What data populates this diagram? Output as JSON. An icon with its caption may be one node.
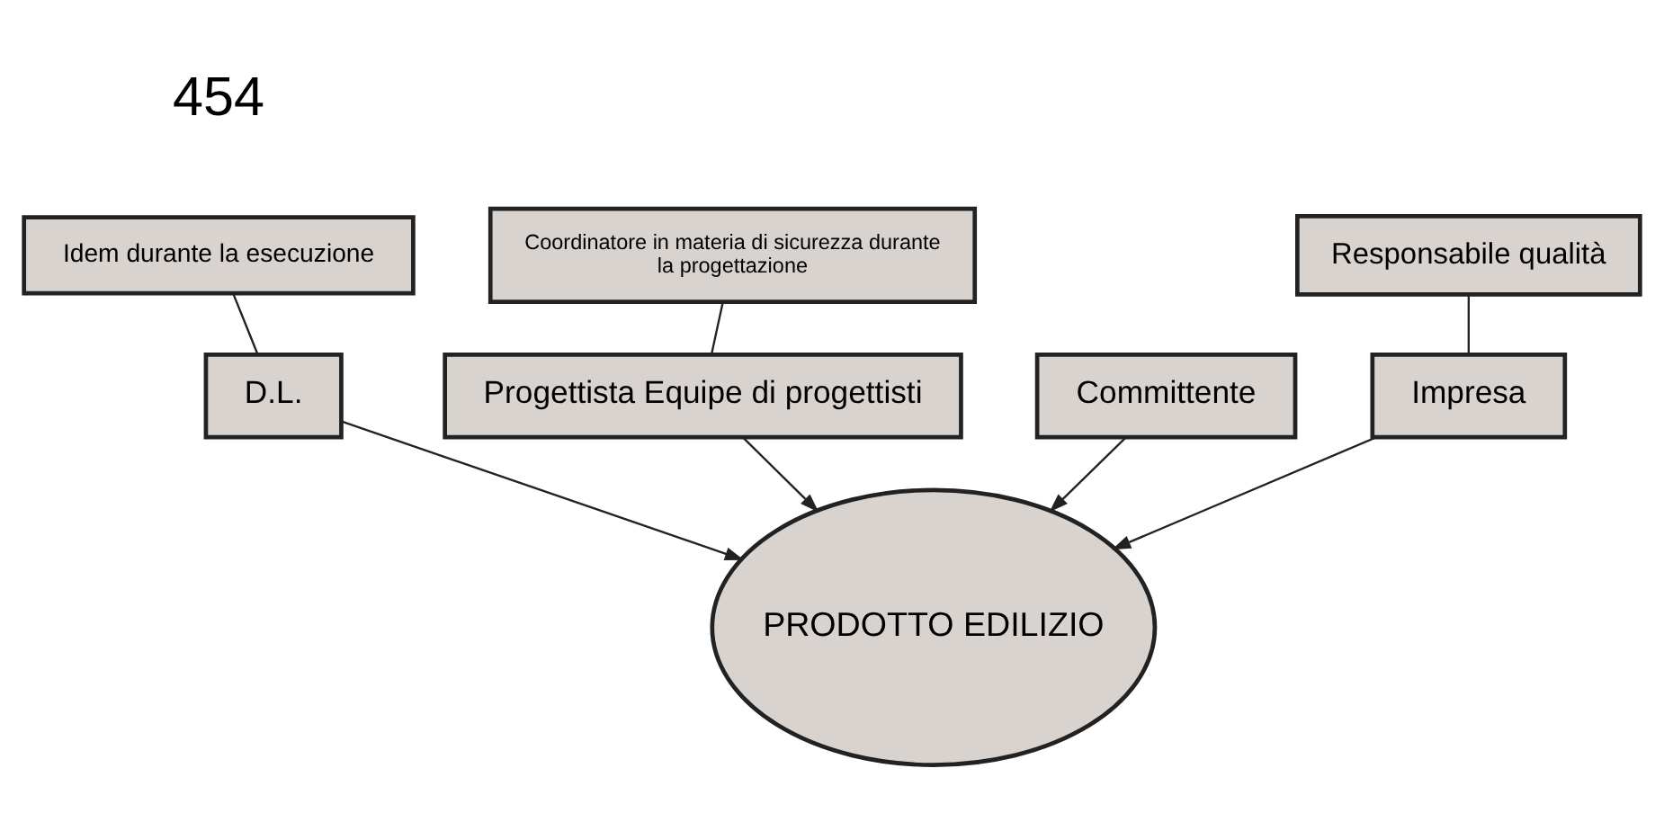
{
  "diagram": {
    "nodes": [
      {
        "text": [
          "Coordinatore in materia di sicurezza durante la progettazione"
        ]
      },
      {
        "text": [
          "Idem durante la esecuzione"
        ]
      },
      {
        "text": [
          "Responsabile qualità"
        ]
      },
      {
        "text": [
          "Progettista Equipe di progettisti"
        ]
      },
      {
        "text": [
          "D.L."
        ]
      },
      {
        "text": [
          "Committente"
        ]
      },
      {
        "text": [
          "Impresa"
        ]
      },
      {
        "text": [
          "PRODOTTO EDILIZIO"
        ]
      }
    ],
    "edges": [
      {
        "from": 0,
        "to": 3,
        "arrow": "none"
      },
      {
        "from": 1,
        "to": 4,
        "arrow": "none"
      },
      {
        "from": 2,
        "to": 6,
        "arrow": "none"
      },
      {
        "from": 5,
        "to": 7,
        "arrow": "to"
      },
      {
        "from": 3,
        "to": 7,
        "arrow": "to"
      },
      {
        "from": 4,
        "to": 7,
        "arrow": "to"
      },
      {
        "from": 6,
        "to": 7,
        "arrow": "to"
      }
    ],
    "labels": [
      "454"
    ]
  }
}
